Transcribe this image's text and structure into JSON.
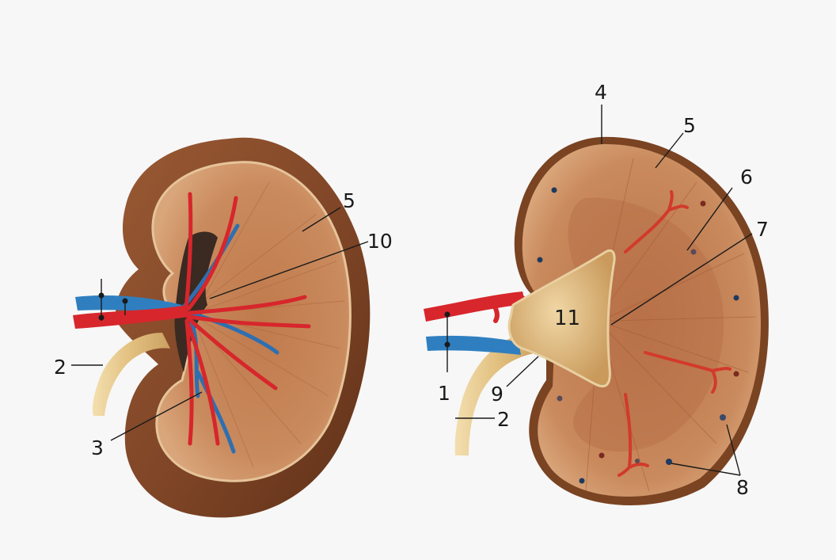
{
  "colors": {
    "capsule_outer": "#6e3a1f",
    "capsule_mid": "#9a5a34",
    "cortex": "#c98a5d",
    "medulla": "#b87148",
    "pelvis": "#e6c48a",
    "ureter": "#e9cf97",
    "artery": "#d7262c",
    "vein": "#2f7fc0",
    "background": "#f7f7f7"
  },
  "left_kidney": {
    "labels": {
      "ureter": "2",
      "renal_pelvis_vessels": "3",
      "cortex": "5",
      "sinus_vessels": "10"
    }
  },
  "right_kidney": {
    "labels": {
      "renal_vessels": "1",
      "ureter": "2",
      "capsule": "4",
      "cortex": "5",
      "medullary_rays": "6",
      "medulla": "7",
      "glomeruli": "8",
      "pelvis_wall": "9",
      "renal_pelvis": "11"
    }
  }
}
